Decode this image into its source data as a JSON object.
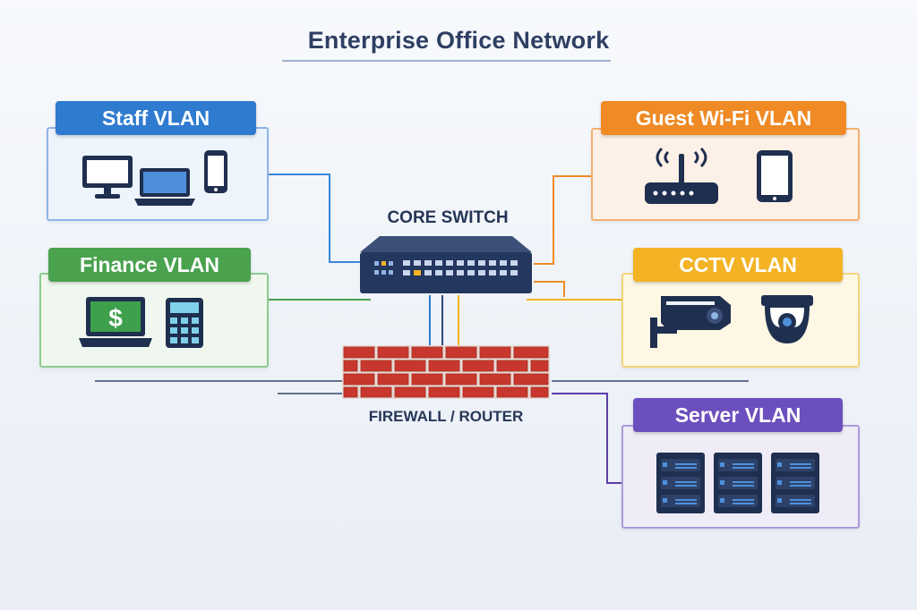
{
  "title": "Enterprise Office Network",
  "core_switch": {
    "label": "CORE SWITCH"
  },
  "firewall": {
    "label": "FIREWALL / ROUTER"
  },
  "vlans": {
    "staff": {
      "label": "Staff VLAN",
      "color": "#2f7bd0",
      "border": "#8fb4e6",
      "fill": "#eef4fc"
    },
    "guest": {
      "label": "Guest Wi-Fi VLAN",
      "color": "#ef8a25",
      "border": "#f2b070",
      "fill": "#fdf0e6"
    },
    "finance": {
      "label": "Finance VLAN",
      "color": "#4aa24f",
      "border": "#8ccb8f",
      "fill": "#f0f7ee"
    },
    "cctv": {
      "label": "CCTV VLAN",
      "color": "#f3b324",
      "border": "#f4d37a",
      "fill": "#fdf7e4"
    },
    "server": {
      "label": "Server VLAN",
      "color": "#6c4fbe",
      "border": "#a99ad8",
      "fill": "#efecf8"
    }
  },
  "icons": {
    "staff": [
      "desktop-icon",
      "laptop-icon",
      "smartphone-icon"
    ],
    "guest": [
      "wifi-router-icon",
      "tablet-icon"
    ],
    "finance": [
      "finance-laptop-icon",
      "calculator-icon"
    ],
    "cctv": [
      "bullet-camera-icon",
      "dome-camera-icon"
    ],
    "server": [
      "server-rack-icon",
      "server-rack-icon",
      "server-rack-icon"
    ]
  }
}
